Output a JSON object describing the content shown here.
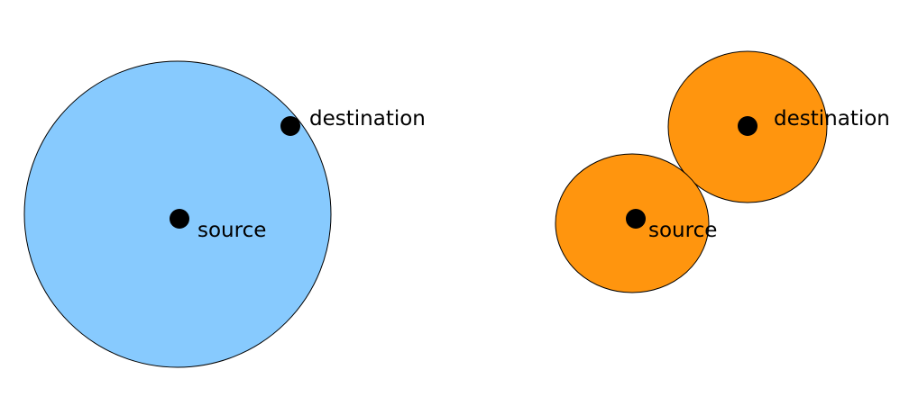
{
  "colors": {
    "single_circle_fill": "#87CAFE",
    "pair_circle_fill": "#FF950E",
    "outline": "#000000",
    "node": "#000000",
    "background": "#FFFFFF"
  },
  "left_panel": {
    "source_label": "source",
    "destination_label": "destination"
  },
  "right_panel": {
    "source_label": "source",
    "destination_label": "destination"
  }
}
